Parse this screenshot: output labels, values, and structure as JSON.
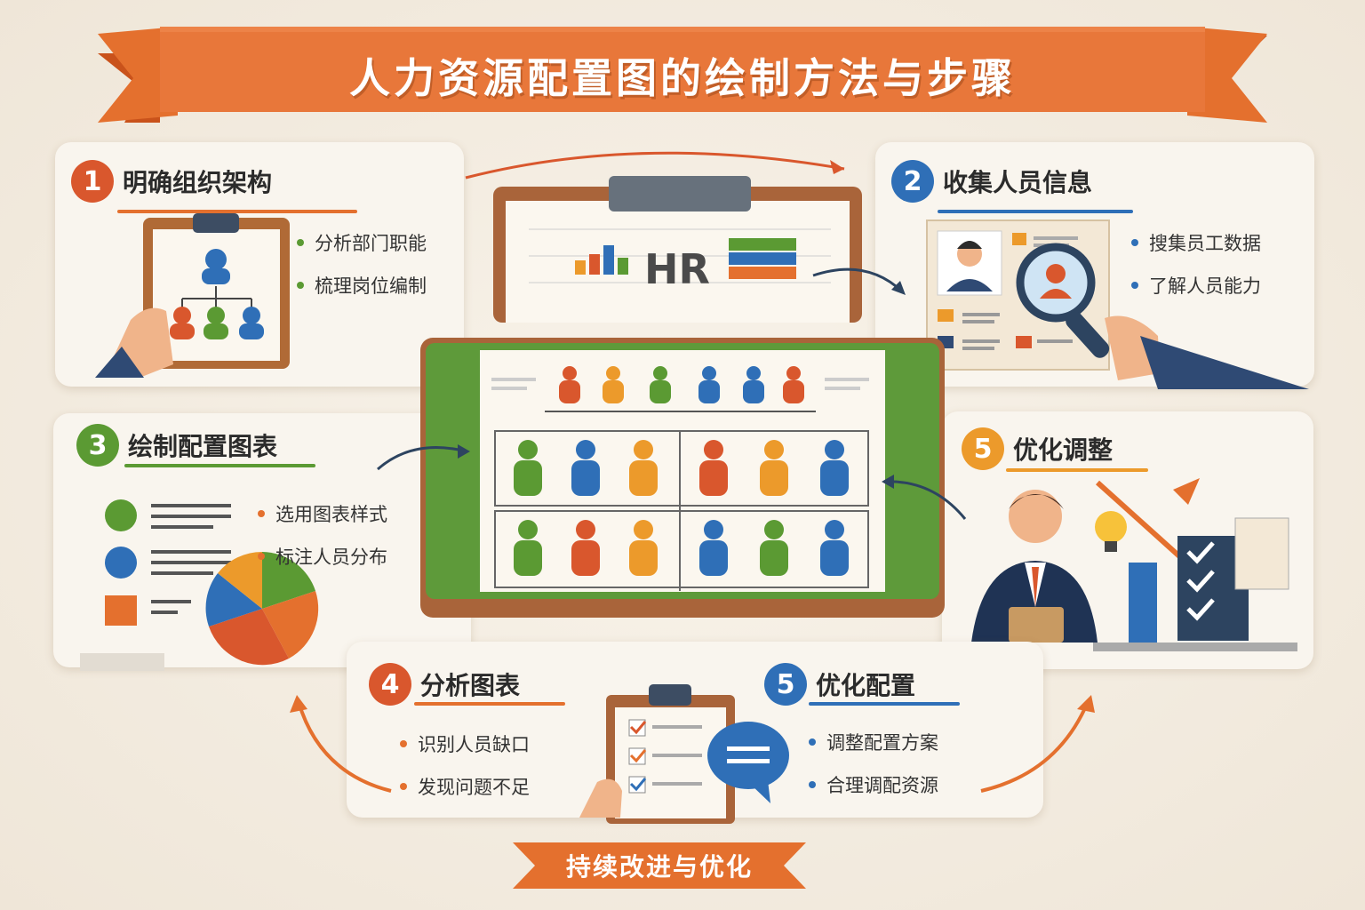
{
  "title": "人力资源配置图的绘制方法与步骤",
  "footer": "持续改进与优化",
  "colors": {
    "orange": "#e4702e",
    "blue": "#2f6fb7",
    "green": "#5b9a33",
    "amber": "#ec9a2b",
    "red": "#d9572d"
  },
  "steps": [
    {
      "number": "1",
      "title": "明确组织架构",
      "bullets": [
        "分析部门职能",
        "梳理岗位编制"
      ],
      "icons": [
        "clipboard-icon",
        "org-chart-icon",
        "hand-icon"
      ]
    },
    {
      "number": "2",
      "title": "收集人员信息",
      "bullets": [
        "搜集员工数据",
        "了解人员能力"
      ],
      "icons": [
        "profile-card-icon",
        "magnifier-icon",
        "hand-icon"
      ]
    },
    {
      "number": "3",
      "title": "绘制配置图表",
      "bullets": [
        "选用图表样式",
        "标注人员分布"
      ],
      "icons": [
        "legend-icon",
        "pie-chart-icon"
      ]
    },
    {
      "number": "4",
      "title": "分析图表",
      "bullets": [
        "识别人员缺口",
        "发现问题不足"
      ],
      "icons": [
        "checklist-icon",
        "hand-icon"
      ]
    },
    {
      "number": "5",
      "title": "优化配置",
      "bullets": [
        "调整配置方案",
        "合理调配资源"
      ],
      "icons": [
        "chat-bubble-icon"
      ]
    },
    {
      "number": "5",
      "title": "优化调整",
      "bullets": [],
      "icons": [
        "businessman-icon",
        "lightbulb-icon",
        "growth-chart-icon",
        "checklist-icon"
      ]
    }
  ],
  "center": {
    "board_label": "HR"
  }
}
